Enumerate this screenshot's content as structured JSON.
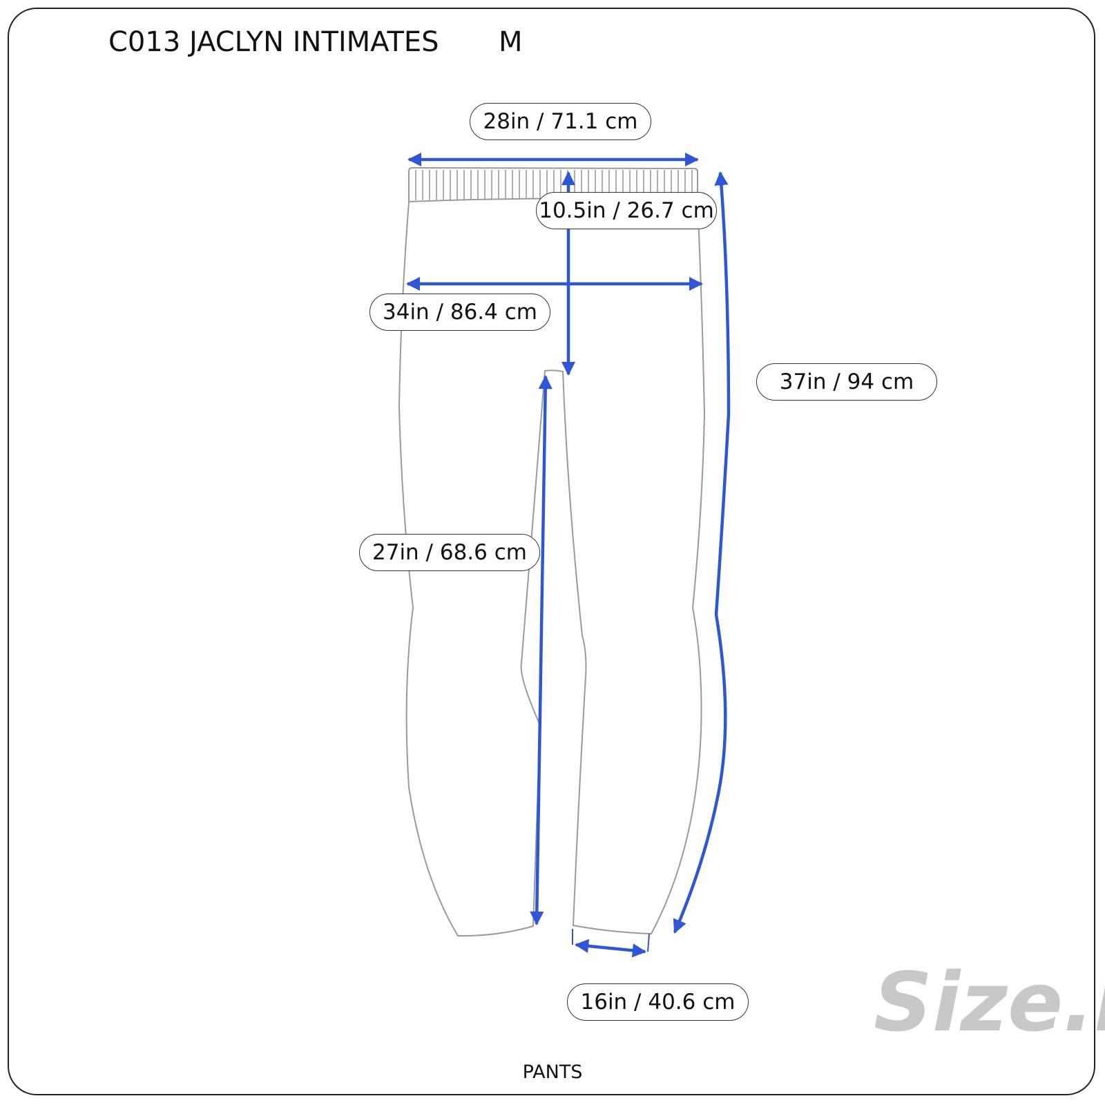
{
  "header": {
    "brand_title": "C013 JACLYN INTIMATES",
    "size": "M"
  },
  "measurements": {
    "waist": "28in / 71.1 cm",
    "rise": "10.5in / 26.7 cm",
    "hip": "34in / 86.4 cm",
    "outseam": "37in / 94 cm",
    "inseam": "27in / 68.6 cm",
    "leg_opening": "16in / 40.6 cm"
  },
  "footer": {
    "garment_type": "PANTS"
  },
  "logo": {
    "text": "Size.ly"
  },
  "colors": {
    "arrow": "#2f56d4",
    "outline": "#9a9a9a",
    "logo": "#c8c8c8",
    "logo_dot": "#8fc3ea"
  }
}
